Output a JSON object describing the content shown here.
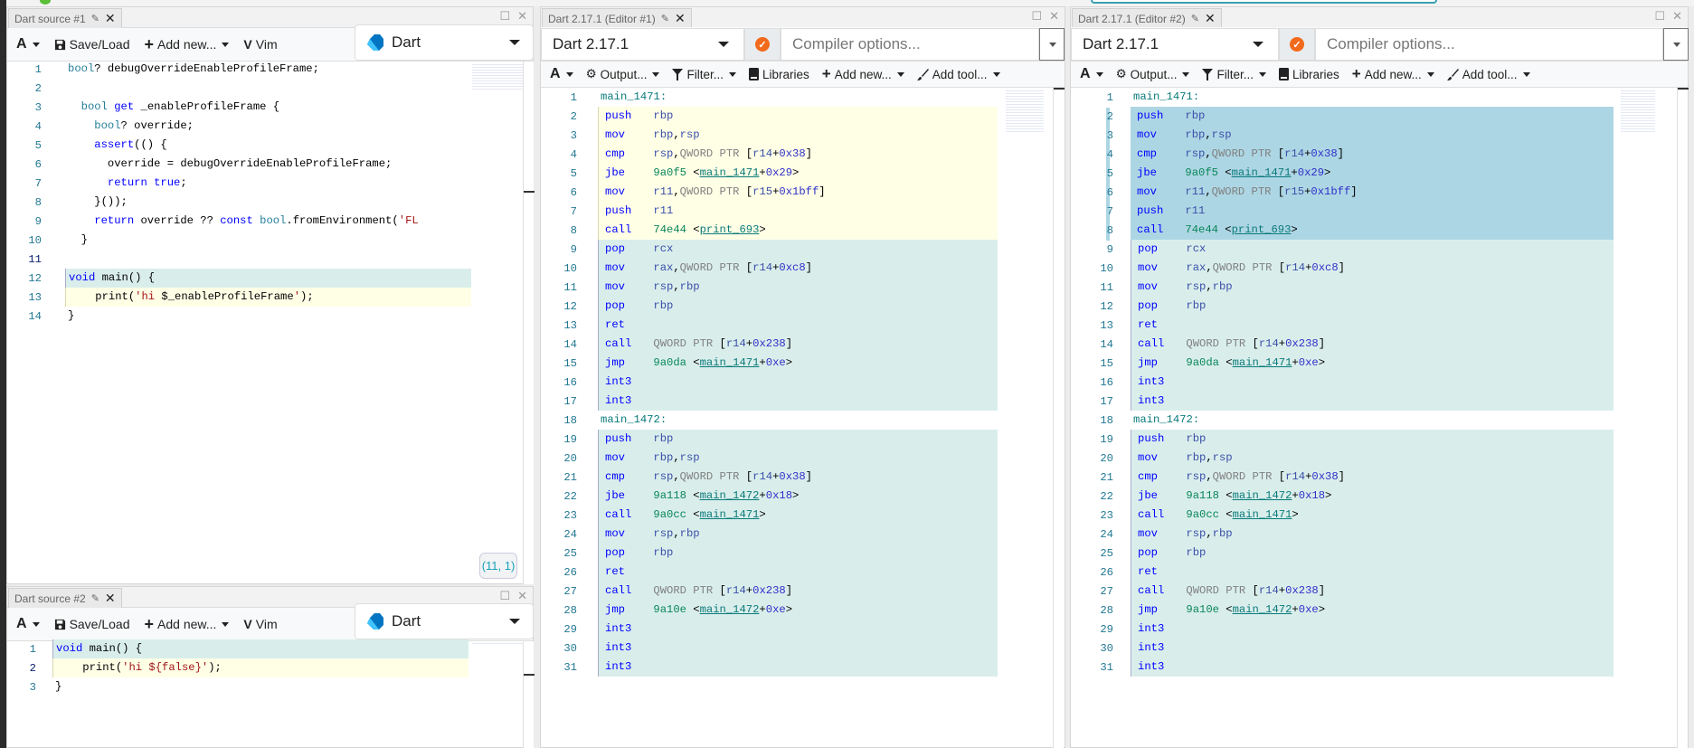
{
  "colors": {
    "accent_orange": "#f26a1b",
    "highlight_yellow": "#ffffe6",
    "highlight_teal": "#d9eeeb",
    "highlight_blue": "#add6e4",
    "dart_blue": "#0175c2"
  },
  "source1": {
    "tab_title": "Dart source #1",
    "toolbar": {
      "font_label": "A",
      "save_load": "Save/Load",
      "add_new": "Add new...",
      "vim": "Vim"
    },
    "language": "Dart",
    "cursor_status": "(11, 1)",
    "lines": [
      {
        "n": "1",
        "tokens": [
          [
            "t",
            "bool"
          ],
          [
            "s",
            "? debugOverrideEnableProfileFrame;"
          ]
        ]
      },
      {
        "n": "2",
        "tokens": []
      },
      {
        "n": "3",
        "tokens": [
          [
            "s",
            "  "
          ],
          [
            "t",
            "bool"
          ],
          [
            "s",
            " "
          ],
          [
            "k",
            "get"
          ],
          [
            "s",
            " _enableProfileFrame {"
          ]
        ]
      },
      {
        "n": "4",
        "tokens": [
          [
            "s",
            "    "
          ],
          [
            "t",
            "bool"
          ],
          [
            "s",
            "? override;"
          ]
        ]
      },
      {
        "n": "5",
        "tokens": [
          [
            "s",
            "    "
          ],
          [
            "k",
            "assert"
          ],
          [
            "s",
            "(() {"
          ]
        ]
      },
      {
        "n": "6",
        "tokens": [
          [
            "s",
            "      override = debugOverrideEnableProfileFrame;"
          ]
        ]
      },
      {
        "n": "7",
        "tokens": [
          [
            "s",
            "      "
          ],
          [
            "k",
            "return"
          ],
          [
            "s",
            " "
          ],
          [
            "k",
            "true"
          ],
          [
            "s",
            ";"
          ]
        ]
      },
      {
        "n": "8",
        "tokens": [
          [
            "s",
            "    }());"
          ]
        ]
      },
      {
        "n": "9",
        "tokens": [
          [
            "s",
            "    "
          ],
          [
            "k",
            "return"
          ],
          [
            "s",
            " override ?? "
          ],
          [
            "k",
            "const"
          ],
          [
            "s",
            " "
          ],
          [
            "t",
            "bool"
          ],
          [
            "s",
            ".fromEnvironment("
          ],
          [
            "str",
            "'FL"
          ]
        ]
      },
      {
        "n": "10",
        "tokens": [
          [
            "s",
            "  }"
          ]
        ]
      },
      {
        "n": "11",
        "tokens": [],
        "current": true
      },
      {
        "n": "12",
        "tokens": [
          [
            "k",
            "void"
          ],
          [
            "s",
            " main() {"
          ]
        ],
        "hl": "teal"
      },
      {
        "n": "13",
        "tokens": [
          [
            "s",
            "    print("
          ],
          [
            "str",
            "'hi "
          ],
          [
            "s",
            "$_enableProfileFrame"
          ],
          [
            "str",
            "'"
          ],
          [
            "s",
            ");"
          ]
        ],
        "hl": "yellow"
      },
      {
        "n": "14",
        "tokens": [
          [
            "s",
            "}"
          ]
        ]
      }
    ]
  },
  "source2": {
    "tab_title": "Dart source #2",
    "toolbar": {
      "font_label": "A",
      "save_load": "Save/Load",
      "add_new": "Add new...",
      "vim": "Vim"
    },
    "language": "Dart",
    "lines": [
      {
        "n": "1",
        "tokens": [
          [
            "k",
            "void"
          ],
          [
            "s",
            " main() {"
          ]
        ],
        "hl": "teal"
      },
      {
        "n": "2",
        "tokens": [
          [
            "s",
            "    print("
          ],
          [
            "str",
            "'hi ${false}'"
          ],
          [
            "s",
            ");"
          ]
        ],
        "hl": "yellow",
        "current": true
      },
      {
        "n": "3",
        "tokens": [
          [
            "s",
            "}"
          ]
        ]
      }
    ]
  },
  "editor1": {
    "tab_title": "Dart 2.17.1 (Editor #1)",
    "compiler": "Dart 2.17.1",
    "compiler_options_placeholder": "Compiler options...",
    "toolbar": {
      "font_label": "A",
      "output": "Output...",
      "filter": "Filter...",
      "libraries": "Libraries",
      "add_new": "Add new...",
      "add_tool": "Add tool..."
    },
    "highlights": {
      "yellow": [
        2,
        8
      ],
      "teal": [
        [
          9,
          17
        ],
        [
          19,
          31
        ]
      ]
    }
  },
  "editor2": {
    "tab_title": "Dart 2.17.1 (Editor #2)",
    "compiler": "Dart 2.17.1",
    "compiler_options_placeholder": "Compiler options...",
    "toolbar": {
      "font_label": "A",
      "output": "Output...",
      "filter": "Filter...",
      "libraries": "Libraries",
      "add_new": "Add new...",
      "add_tool": "Add tool..."
    },
    "highlights": {
      "blue": [
        2,
        8
      ],
      "teal": [
        [
          9,
          17
        ],
        [
          19,
          31
        ]
      ]
    }
  },
  "asm_output": [
    [
      [
        "lab",
        "main_1471:"
      ]
    ],
    [
      [
        "m",
        "push"
      ],
      [
        "r",
        "rbp"
      ]
    ],
    [
      [
        "m",
        "mov"
      ],
      [
        "r",
        "rbp"
      ],
      [
        "s",
        ","
      ],
      [
        "r",
        "rsp"
      ]
    ],
    [
      [
        "m",
        "cmp"
      ],
      [
        "r",
        "rsp"
      ],
      [
        "s",
        ","
      ],
      [
        "p",
        "QWORD PTR "
      ],
      [
        "s",
        "["
      ],
      [
        "r",
        "r14"
      ],
      [
        "s",
        "+"
      ],
      [
        "n",
        "0x38"
      ],
      [
        "s",
        "]"
      ]
    ],
    [
      [
        "m",
        "jbe"
      ],
      [
        "a",
        "9a0f5"
      ],
      [
        "s",
        " <"
      ],
      [
        "l",
        "main_1471"
      ],
      [
        "s",
        "+"
      ],
      [
        "n",
        "0x29"
      ],
      [
        "s",
        ">"
      ]
    ],
    [
      [
        "m",
        "mov"
      ],
      [
        "r",
        "r11"
      ],
      [
        "s",
        ","
      ],
      [
        "p",
        "QWORD PTR "
      ],
      [
        "s",
        "["
      ],
      [
        "r",
        "r15"
      ],
      [
        "s",
        "+"
      ],
      [
        "n",
        "0x1bff"
      ],
      [
        "s",
        "]"
      ]
    ],
    [
      [
        "m",
        "push"
      ],
      [
        "r",
        "r11"
      ]
    ],
    [
      [
        "m",
        "call"
      ],
      [
        "a",
        "74e44"
      ],
      [
        "s",
        " <"
      ],
      [
        "l",
        "print_693"
      ],
      [
        "s",
        ">"
      ]
    ],
    [
      [
        "m",
        "pop"
      ],
      [
        "r",
        "rcx"
      ]
    ],
    [
      [
        "m",
        "mov"
      ],
      [
        "r",
        "rax"
      ],
      [
        "s",
        ","
      ],
      [
        "p",
        "QWORD PTR "
      ],
      [
        "s",
        "["
      ],
      [
        "r",
        "r14"
      ],
      [
        "s",
        "+"
      ],
      [
        "n",
        "0xc8"
      ],
      [
        "s",
        "]"
      ]
    ],
    [
      [
        "m",
        "mov"
      ],
      [
        "r",
        "rsp"
      ],
      [
        "s",
        ","
      ],
      [
        "r",
        "rbp"
      ]
    ],
    [
      [
        "m",
        "pop"
      ],
      [
        "r",
        "rbp"
      ]
    ],
    [
      [
        "m",
        "ret"
      ]
    ],
    [
      [
        "m",
        "call"
      ],
      [
        "p",
        "QWORD PTR "
      ],
      [
        "s",
        "["
      ],
      [
        "r",
        "r14"
      ],
      [
        "s",
        "+"
      ],
      [
        "n",
        "0x238"
      ],
      [
        "s",
        "]"
      ]
    ],
    [
      [
        "m",
        "jmp"
      ],
      [
        "a",
        "9a0da"
      ],
      [
        "s",
        " <"
      ],
      [
        "l",
        "main_1471"
      ],
      [
        "s",
        "+"
      ],
      [
        "n",
        "0xe"
      ],
      [
        "s",
        ">"
      ]
    ],
    [
      [
        "m",
        "int3"
      ]
    ],
    [
      [
        "m",
        "int3"
      ]
    ],
    [
      [
        "lab",
        "main_1472:"
      ]
    ],
    [
      [
        "m",
        "push"
      ],
      [
        "r",
        "rbp"
      ]
    ],
    [
      [
        "m",
        "mov"
      ],
      [
        "r",
        "rbp"
      ],
      [
        "s",
        ","
      ],
      [
        "r",
        "rsp"
      ]
    ],
    [
      [
        "m",
        "cmp"
      ],
      [
        "r",
        "rsp"
      ],
      [
        "s",
        ","
      ],
      [
        "p",
        "QWORD PTR "
      ],
      [
        "s",
        "["
      ],
      [
        "r",
        "r14"
      ],
      [
        "s",
        "+"
      ],
      [
        "n",
        "0x38"
      ],
      [
        "s",
        "]"
      ]
    ],
    [
      [
        "m",
        "jbe"
      ],
      [
        "a",
        "9a118"
      ],
      [
        "s",
        " <"
      ],
      [
        "l",
        "main_1472"
      ],
      [
        "s",
        "+"
      ],
      [
        "n",
        "0x18"
      ],
      [
        "s",
        ">"
      ]
    ],
    [
      [
        "m",
        "call"
      ],
      [
        "a",
        "9a0cc"
      ],
      [
        "s",
        " <"
      ],
      [
        "l",
        "main_1471"
      ],
      [
        "s",
        ">"
      ]
    ],
    [
      [
        "m",
        "mov"
      ],
      [
        "r",
        "rsp"
      ],
      [
        "s",
        ","
      ],
      [
        "r",
        "rbp"
      ]
    ],
    [
      [
        "m",
        "pop"
      ],
      [
        "r",
        "rbp"
      ]
    ],
    [
      [
        "m",
        "ret"
      ]
    ],
    [
      [
        "m",
        "call"
      ],
      [
        "p",
        "QWORD PTR "
      ],
      [
        "s",
        "["
      ],
      [
        "r",
        "r14"
      ],
      [
        "s",
        "+"
      ],
      [
        "n",
        "0x238"
      ],
      [
        "s",
        "]"
      ]
    ],
    [
      [
        "m",
        "jmp"
      ],
      [
        "a",
        "9a10e"
      ],
      [
        "s",
        " <"
      ],
      [
        "l",
        "main_1472"
      ],
      [
        "s",
        "+"
      ],
      [
        "n",
        "0xe"
      ],
      [
        "s",
        ">"
      ]
    ],
    [
      [
        "m",
        "int3"
      ]
    ],
    [
      [
        "m",
        "int3"
      ]
    ],
    [
      [
        "m",
        "int3"
      ]
    ]
  ]
}
